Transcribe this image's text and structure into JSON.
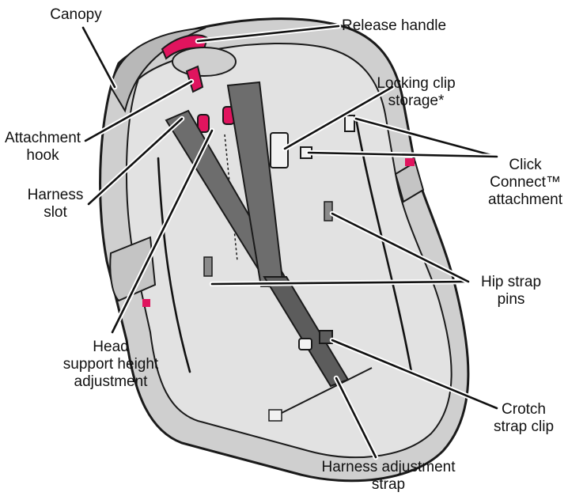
{
  "colors": {
    "shell": "#dcdcdc",
    "shell_dark": "#a9a9a9",
    "inner": "#e6e6e6",
    "strap": "#6d6d6d",
    "strap_dark": "#555555",
    "accent": "#e0145e",
    "outline": "#1a1a1a"
  },
  "labels": {
    "canopy": "Canopy",
    "release_handle": "Release handle",
    "locking_clip_storage": [
      "Locking clip",
      "storage*"
    ],
    "attachment_hook": [
      "Attachment",
      "hook"
    ],
    "click_connect": [
      "Click",
      "Connect™",
      "attachment"
    ],
    "harness_slot": [
      "Harness",
      "slot"
    ],
    "hip_strap_pins": [
      "Hip strap",
      "pins"
    ],
    "head_support": [
      "Head",
      "support height",
      "adjustment"
    ],
    "crotch_strap_clip": [
      "Crotch",
      "strap clip"
    ],
    "harness_adjustment_strap": [
      "Harness adjustment",
      "strap"
    ]
  }
}
